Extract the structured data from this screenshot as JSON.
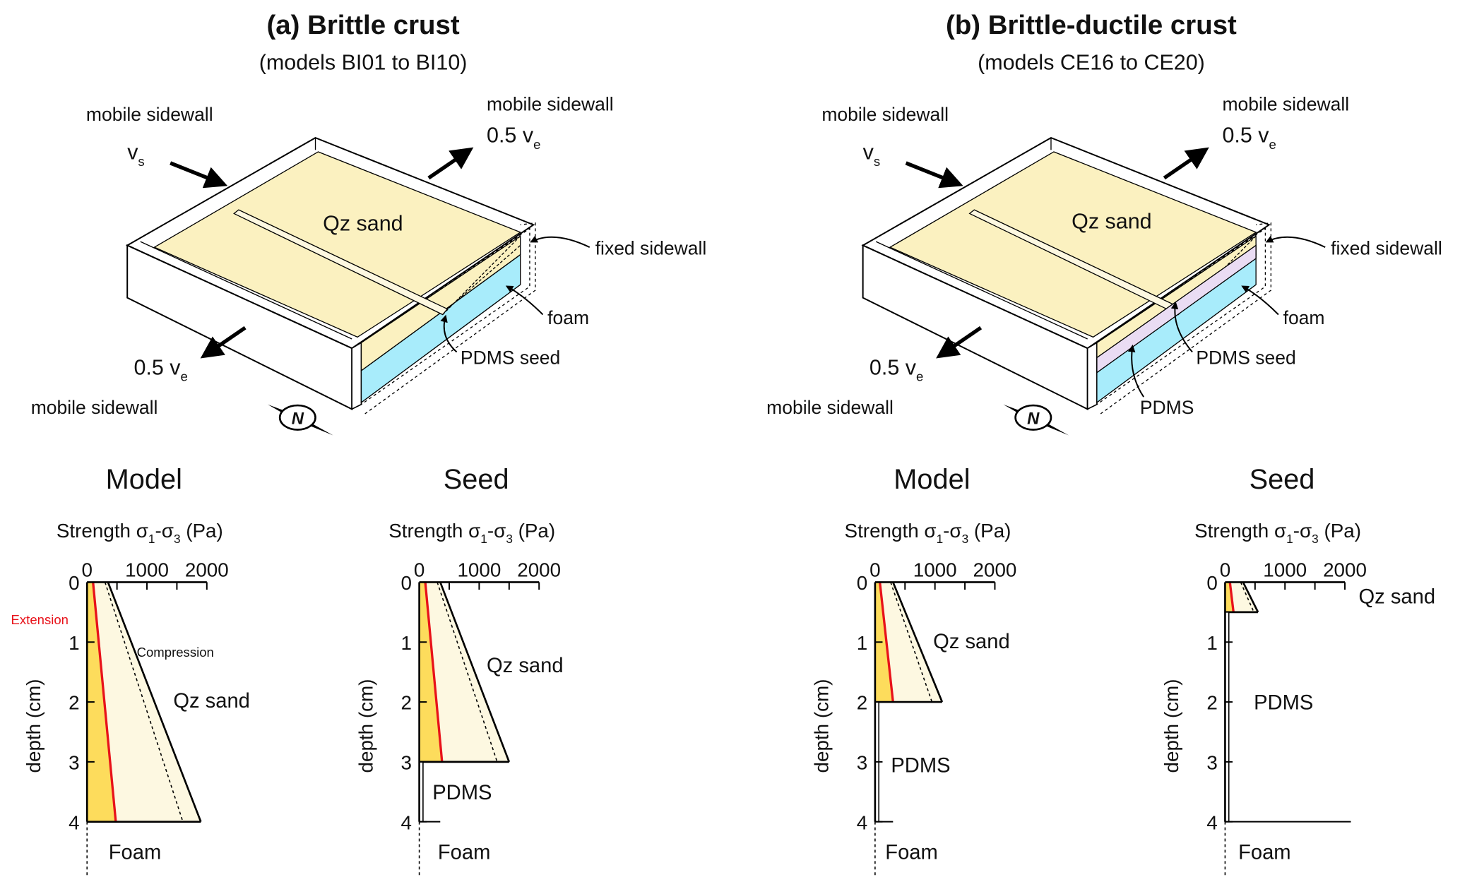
{
  "panels": [
    {
      "title": "(a)  Brittle crust",
      "subtitle": "(models BI01 to BI10)",
      "labels": {
        "mobile_left_top": "mobile sidewall",
        "mobile_right_top": "mobile sidewall",
        "mobile_bottom": "mobile sidewall",
        "fixed": "fixed sidewall",
        "foam": "foam",
        "seed": "PDMS seed",
        "sand": "Qz sand",
        "vs": "v",
        "vs_sub": "s",
        "ve_top": "0.5 v",
        "ve_top_sub": "e",
        "ve_bot": "0.5 v",
        "ve_bot_sub": "e",
        "north": "N"
      }
    },
    {
      "title": "(b)  Brittle-ductile crust",
      "subtitle": "(models CE16 to CE20)",
      "labels": {
        "mobile_left_top": "mobile sidewall",
        "mobile_right_top": "mobile sidewall",
        "mobile_bottom": "mobile sidewall",
        "fixed": "fixed sidewall",
        "foam": "foam",
        "seed": "PDMS seed",
        "sand": "Qz sand",
        "pdms": "PDMS",
        "vs": "v",
        "vs_sub": "s",
        "ve_top": "0.5 v",
        "ve_top_sub": "e",
        "ve_bot": "0.5 v",
        "ve_bot_sub": "e",
        "north": "N"
      }
    }
  ],
  "colors": {
    "sand": "#fbf1c0",
    "foam": "#a8ecfb",
    "pdms": "#eadcf3",
    "extension_fill": "#fddc5c",
    "strength_fill": "#fdf8e1",
    "extension_line": "#e8121a"
  },
  "chart_data": [
    {
      "type": "area",
      "title": "Model",
      "xlabel": [
        "Strength σ",
        "1",
        "-σ",
        "3",
        " (Pa)"
      ],
      "ylabel": "depth (cm)",
      "xticks": [
        0,
        1000,
        2000
      ],
      "yticks": [
        0,
        1,
        2,
        3,
        4
      ],
      "xlim": [
        0,
        2000
      ],
      "ylim": [
        0,
        4.9
      ],
      "sand_bottom": 4,
      "compression": [
        [
          0,
          350
        ],
        [
          4,
          1900
        ]
      ],
      "compression_alt": [
        [
          0,
          300
        ],
        [
          4,
          1600
        ]
      ],
      "extension": [
        [
          0,
          100
        ],
        [
          4,
          480
        ]
      ],
      "pdms_line": null,
      "annotations": [
        {
          "text": "Extension",
          "x": -1270,
          "y": 0.58,
          "color": "#e8121a",
          "size": "small"
        },
        {
          "text": "Compression",
          "x": 830,
          "y": 1.12,
          "size": "small"
        },
        {
          "text": "Qz sand",
          "x": 1440,
          "y": 1.97
        },
        {
          "text": "Foam",
          "x": 360,
          "y": 4.5
        }
      ]
    },
    {
      "type": "area",
      "title": "Seed",
      "xlabel": [
        "Strength σ",
        "1",
        "-σ",
        "3",
        " (Pa)"
      ],
      "ylabel": "depth (cm)",
      "xticks": [
        0,
        1000,
        2000
      ],
      "yticks": [
        0,
        1,
        2,
        3,
        4
      ],
      "xlim": [
        0,
        2000
      ],
      "ylim": [
        0,
        4.9
      ],
      "sand_bottom": 3,
      "compression": [
        [
          0,
          350
        ],
        [
          3,
          1500
        ]
      ],
      "compression_alt": [
        [
          0,
          300
        ],
        [
          3,
          1300
        ]
      ],
      "extension": [
        [
          0,
          100
        ],
        [
          3,
          380
        ]
      ],
      "pdms_line": 350,
      "annotations": [
        {
          "text": "Qz sand",
          "x": 1125,
          "y": 1.38
        },
        {
          "text": "PDMS",
          "x": 220,
          "y": 3.5
        },
        {
          "text": "Foam",
          "x": 310,
          "y": 4.5
        }
      ]
    },
    {
      "type": "area",
      "title": "Model",
      "xlabel": [
        "Strength σ",
        "1",
        "-σ",
        "3",
        " (Pa)"
      ],
      "ylabel": "depth (cm)",
      "xticks": [
        0,
        1000,
        2000
      ],
      "yticks": [
        0,
        1,
        2,
        3,
        4
      ],
      "xlim": [
        0,
        2000
      ],
      "ylim": [
        0,
        4.9
      ],
      "sand_bottom": 2,
      "compression": [
        [
          0,
          300
        ],
        [
          2,
          1120
        ]
      ],
      "compression_alt": [
        [
          0,
          260
        ],
        [
          2,
          950
        ]
      ],
      "extension": [
        [
          0,
          80
        ],
        [
          2,
          300
        ]
      ],
      "pdms_line": 300,
      "annotations": [
        {
          "text": "Qz sand",
          "x": 970,
          "y": 0.98
        },
        {
          "text": "PDMS",
          "x": 265,
          "y": 3.05
        },
        {
          "text": "Foam",
          "x": 170,
          "y": 4.5
        }
      ]
    },
    {
      "type": "area",
      "title": "Seed",
      "xlabel": [
        "Strength σ",
        "1",
        "-σ",
        "3",
        " (Pa)"
      ],
      "ylabel": "depth (cm)",
      "xticks": [
        0,
        1000,
        2000
      ],
      "yticks": [
        0,
        1,
        2,
        3,
        4
      ],
      "xlim": [
        0,
        2000
      ],
      "ylim": [
        0,
        4.9
      ],
      "sand_bottom": 0.5,
      "compression": [
        [
          0,
          300
        ],
        [
          0.5,
          550
        ]
      ],
      "compression_alt": [
        [
          0,
          260
        ],
        [
          0.5,
          480
        ]
      ],
      "extension": [
        [
          0,
          80
        ],
        [
          0.5,
          140
        ]
      ],
      "pdms_line": 2100,
      "annotations": [
        {
          "text": "Qz sand",
          "x": 2230,
          "y": 0.23
        },
        {
          "text": "PDMS",
          "x": 480,
          "y": 2.0
        },
        {
          "text": "Foam",
          "x": 220,
          "y": 4.5
        }
      ]
    }
  ]
}
